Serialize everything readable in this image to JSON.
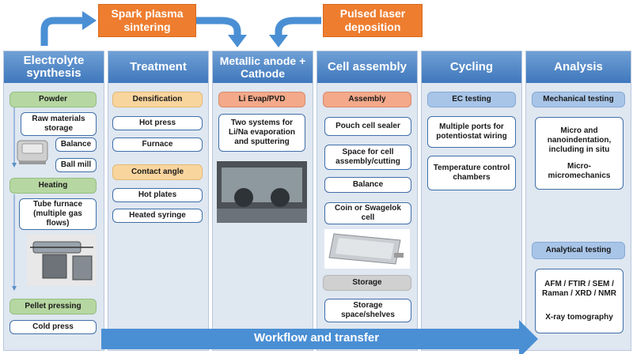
{
  "process": {
    "spark_plasma": "Spark plasma sintering",
    "pulsed_laser": "Pulsed laser deposition"
  },
  "columns": {
    "electrolyte": {
      "title": "Electrolyte synthesis",
      "powder": "Powder",
      "raw_materials": "Raw materials storage",
      "balance": "Balance",
      "ball_mill": "Ball mill",
      "heating": "Heating",
      "tube_furnace": "Tube furnace (multiple gas flows)",
      "pellet_pressing": "Pellet pressing",
      "cold_press": "Cold press"
    },
    "treatment": {
      "title": "Treatment",
      "densification": "Densification",
      "hot_press": "Hot press",
      "furnace": "Furnace",
      "contact_angle": "Contact angle",
      "hot_plates": "Hot plates",
      "heated_syringe": "Heated syringe"
    },
    "anode": {
      "title": "Metallic anode + Cathode",
      "li_evap": "Li Evap/PVD",
      "two_systems": "Two systems for Li/Na evaporation and sputtering"
    },
    "assembly": {
      "title": "Cell assembly",
      "assembly": "Assembly",
      "pouch_sealer": "Pouch cell sealer",
      "space_cutting": "Space for cell assembly/cutting",
      "balance": "Balance",
      "coin_cell": "Coin or Swagelok cell",
      "storage": "Storage",
      "storage_space": "Storage space/shelves"
    },
    "cycling": {
      "title": "Cycling",
      "ec_testing": "EC testing",
      "multiple_ports": "Multiple ports for potentiostat wiring",
      "temperature": "Temperature control chambers"
    },
    "analysis": {
      "title": "Analysis",
      "mechanical": "Mechanical testing",
      "micro_nano": "Micro and nanoindentation, including in situ",
      "micro_mechanics": "Micro-micromechanics",
      "analytical": "Analytical testing",
      "afm": "AFM / FTIR / SEM / Raman / XRD / NMR",
      "xray": "X-ray tomography"
    }
  },
  "workflow": "Workflow and transfer",
  "colors": {
    "header_blue": "#3f78bc",
    "column_bg": "#dfe7f1",
    "process_orange": "#ee7d2f",
    "workflow_arrow": "#4a8fd4"
  }
}
